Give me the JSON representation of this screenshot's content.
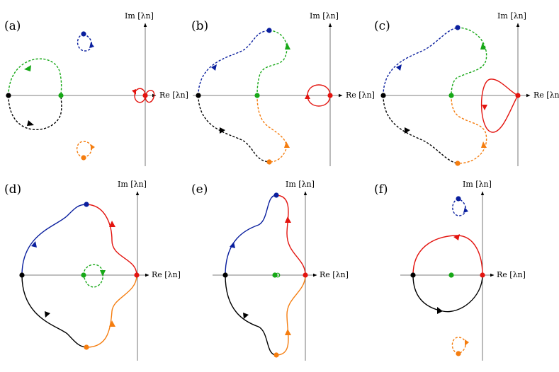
{
  "colors": {
    "black": "#000000",
    "blue": "#0a1f9e",
    "green": "#17a817",
    "orange": "#f57d0f",
    "red": "#e3140f"
  },
  "axes": {
    "re_label": "Re [λn]",
    "im_label": "Im [λn]"
  },
  "panels": [
    {
      "label": "(a)"
    },
    {
      "label": "(b)"
    },
    {
      "label": "(c)"
    },
    {
      "label": "(d)"
    },
    {
      "label": "(e)"
    },
    {
      "label": "(f)"
    }
  ]
}
